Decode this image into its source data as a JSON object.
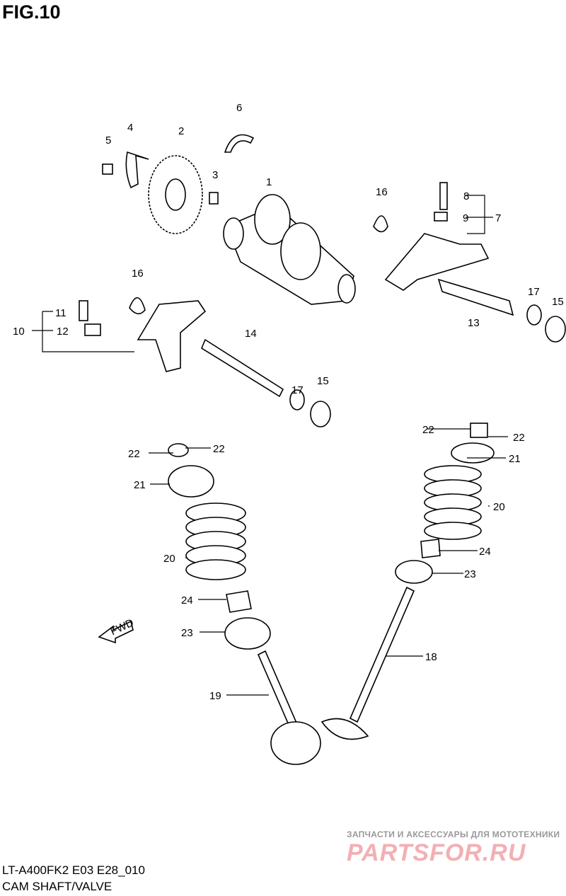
{
  "figure_title": "FIG.10",
  "model_code": "LT-A400FK2 E03 E28_010",
  "caption": "CAM SHAFT/VALVE",
  "watermark": {
    "tagline": "ЗАПЧАСТИ И АКСЕССУАРЫ ДЛЯ МОТОТЕХНИКИ",
    "logo": "PARTSFOR.RU"
  },
  "fwd_arrow": "FWD",
  "callouts": [
    "1",
    "2",
    "3",
    "4",
    "5",
    "6",
    "7",
    "8",
    "9",
    "10",
    "11",
    "12",
    "13",
    "14",
    "15",
    "15",
    "16",
    "16",
    "17",
    "17",
    "18",
    "19",
    "20",
    "20",
    "21",
    "21",
    "22",
    "22",
    "22",
    "22",
    "23",
    "23",
    "24",
    "24"
  ]
}
